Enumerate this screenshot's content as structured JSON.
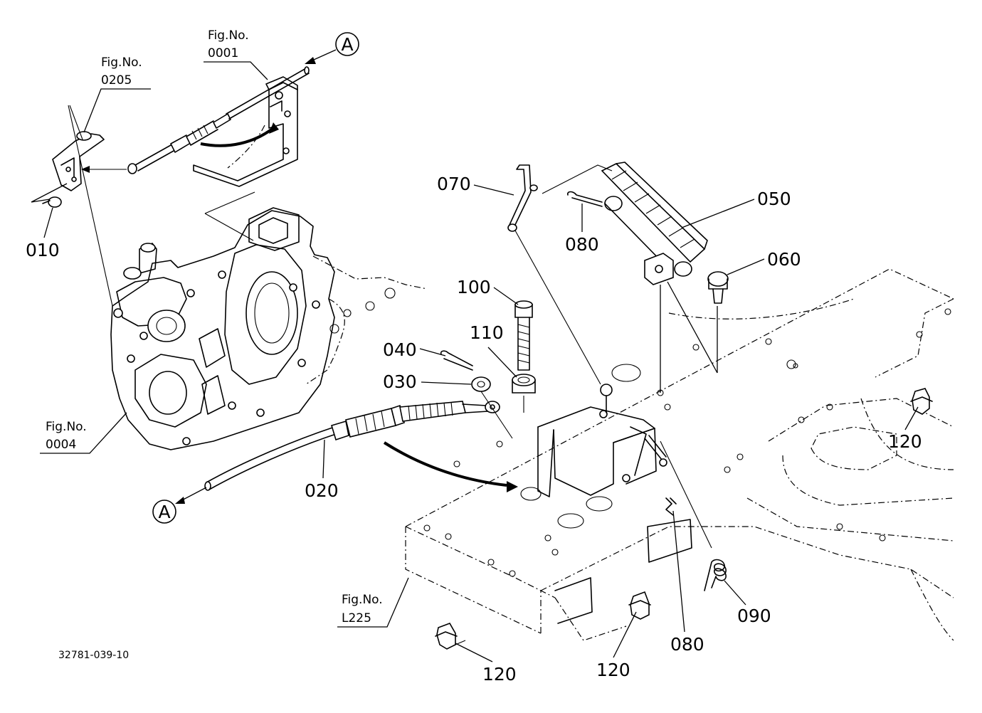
{
  "figure_refs": [
    {
      "id": "fig0001",
      "line1": "Fig.No.",
      "line2": "0001"
    },
    {
      "id": "fig0205",
      "line1": "Fig.No.",
      "line2": "0205"
    },
    {
      "id": "fig0004",
      "line1": "Fig.No.",
      "line2": "0004"
    },
    {
      "id": "figL225",
      "line1": "Fig.No.",
      "line2": "L225"
    }
  ],
  "connection_marker": "A",
  "part_labels": {
    "p010": "010",
    "p020": "020",
    "p030": "030",
    "p040": "040",
    "p050": "050",
    "p060": "060",
    "p070": "070",
    "p080a": "080",
    "p080b": "080",
    "p090": "090",
    "p100": "100",
    "p110": "110",
    "p120a": "120",
    "p120b": "120",
    "p120c": "120"
  },
  "drawing_code": "32781-039-10"
}
